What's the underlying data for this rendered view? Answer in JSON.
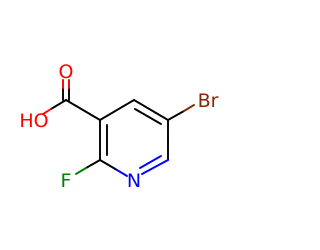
{
  "molecule": {
    "atoms": {
      "oxygen_carbonyl": "O",
      "hydroxyl": "HO",
      "bromine": "Br",
      "fluorine": "F",
      "nitrogen": "N"
    }
  },
  "colors": {
    "bond": "#000000",
    "oxygen": "#ff0000",
    "nitrogen": "#0000ff",
    "fluorine": "#008000",
    "bromine": "#8b2500"
  }
}
